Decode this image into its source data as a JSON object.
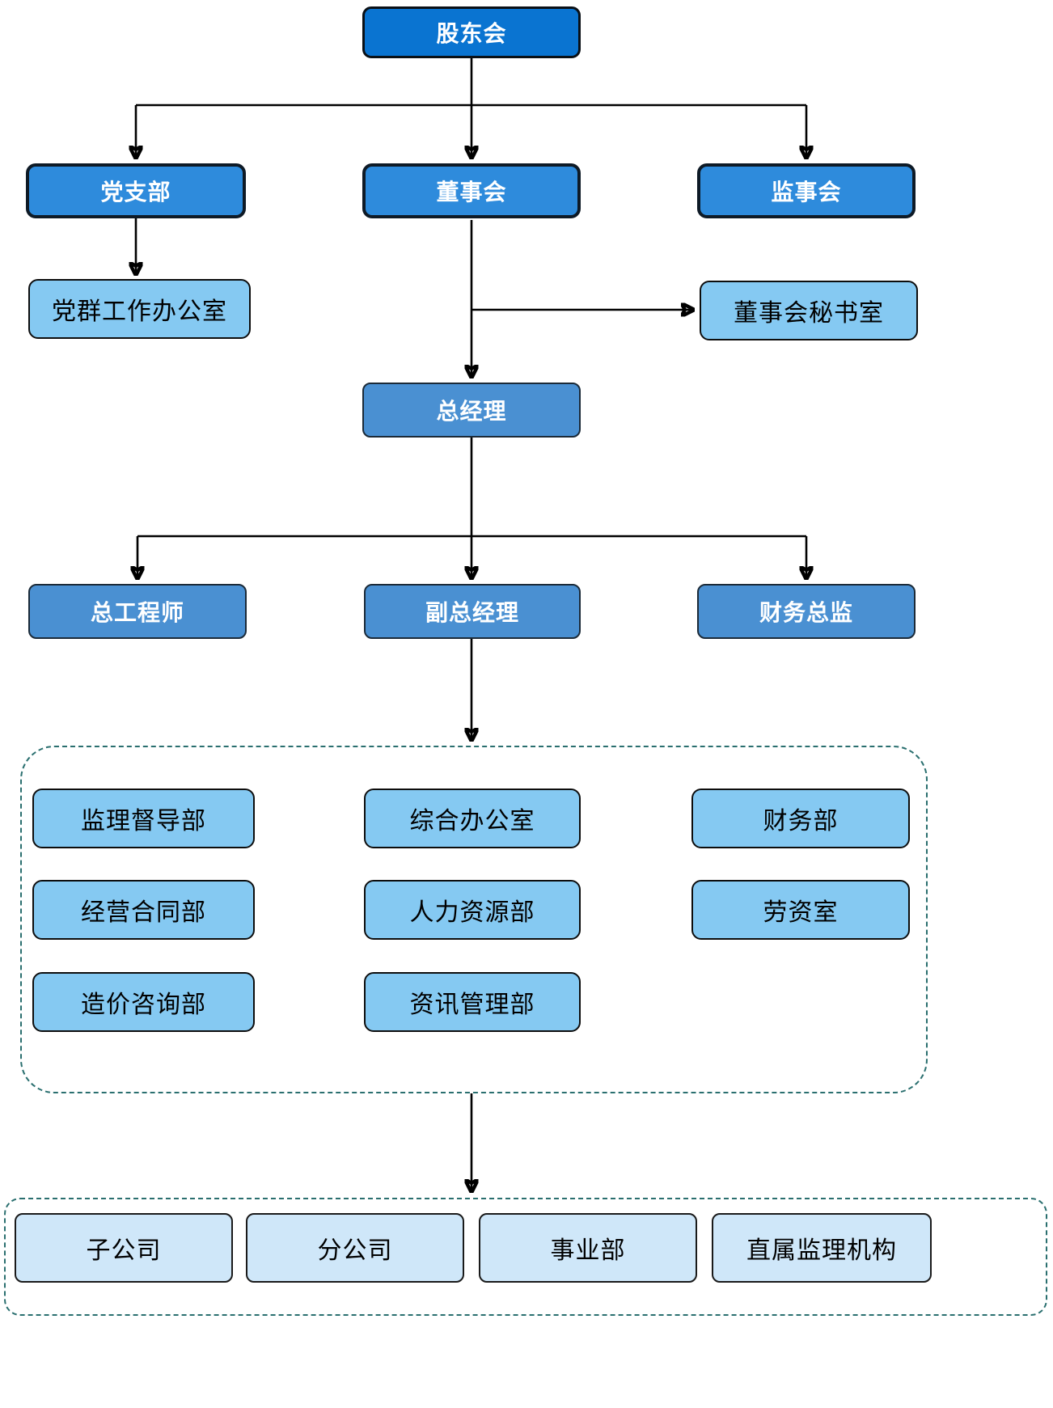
{
  "colors": {
    "tier1_fill": "#0a74d1",
    "tier2_fill": "#2e8bdc",
    "tier3_fill": "#4a90d2",
    "department_fill": "#85c9f2",
    "branch_fill": "#cfe7f9",
    "box_border_dark": "#0e1a26",
    "dashed_group_border": "#2a6f6f",
    "connector_line": "#000000",
    "text_on_blue": "#ffffff",
    "text_on_light": "#000000"
  },
  "nodes": {
    "shareholders": "股东会",
    "party_branch": "党支部",
    "board": "董事会",
    "supervisory_board": "监事会",
    "party_mass_office": "党群工作办公室",
    "board_secretariat": "董事会秘书室",
    "general_manager": "总经理",
    "chief_engineer": "总工程师",
    "deputy_general_manager": "副总经理",
    "finance_director": "财务总监"
  },
  "departments": [
    "监理督导部",
    "综合办公室",
    "财务部",
    "经营合同部",
    "人力资源部",
    "劳资室",
    "造价咨询部",
    "资讯管理部"
  ],
  "subsidiaries": [
    "子公司",
    "分公司",
    "事业部",
    "直属监理机构"
  ]
}
